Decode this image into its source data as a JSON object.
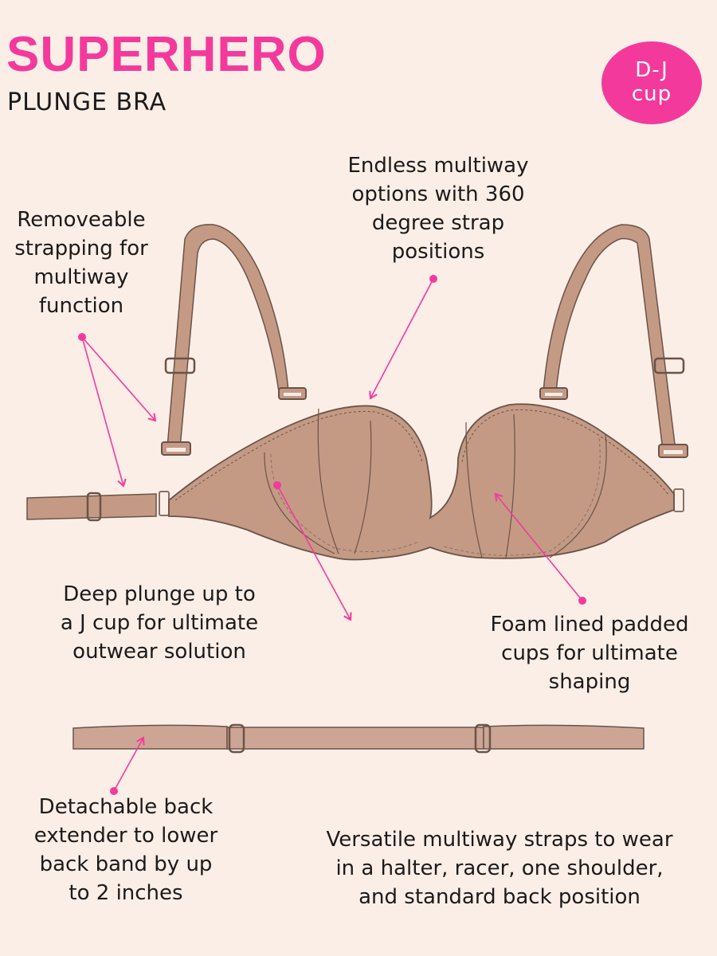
{
  "header": {
    "title": "SUPERHERO",
    "subtitle": "PLUNGE BRA"
  },
  "badge": {
    "line1": "D-J",
    "line2": "cup"
  },
  "callouts": {
    "removable_straps": [
      "Removeable",
      "strapping for",
      "multiway",
      "function"
    ],
    "multiway_options": [
      "Endless multiway",
      "options with 360",
      "degree strap",
      "positions"
    ],
    "deep_plunge": [
      "Deep plunge up to",
      "a J cup for ultimate",
      "outwear solution"
    ],
    "foam_cups": [
      "Foam lined padded",
      "cups for ultimate",
      "shaping"
    ],
    "back_extender": [
      "Detachable back",
      "extender to lower",
      "back band by up",
      "to 2 inches"
    ],
    "versatile_straps": [
      "Versatile multiway straps to wear",
      "in a halter, racer, one shoulder,",
      "and standard back position"
    ]
  },
  "colors": {
    "background": "#fbeee7",
    "accent": "#f33a9c",
    "fabric": "#c49a85",
    "outline": "#6b5348",
    "text": "#1c1a1a"
  }
}
